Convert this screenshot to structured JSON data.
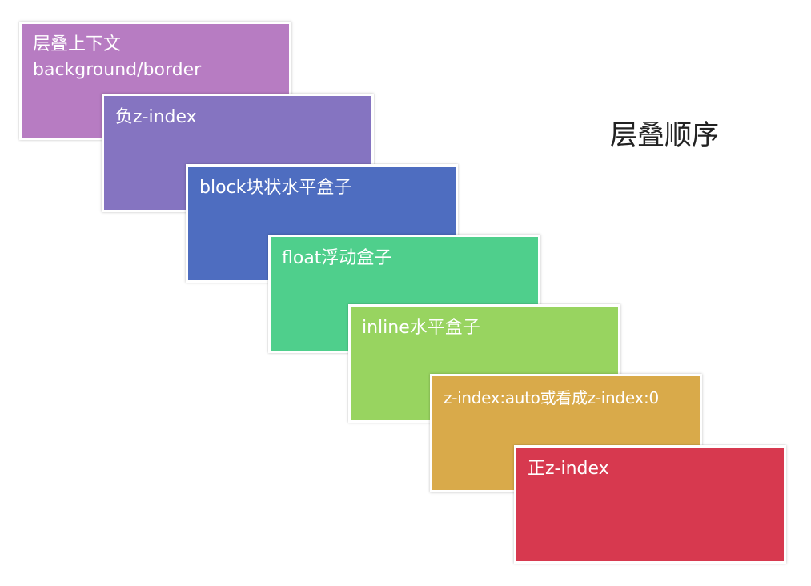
{
  "title": "层叠顺序",
  "layers": [
    {
      "lines": [
        "层叠上下文",
        "background/border"
      ],
      "color": "#b77cc2"
    },
    {
      "lines": [
        "负z-index"
      ],
      "color": "#8574c1"
    },
    {
      "lines": [
        "block块状水平盒子"
      ],
      "color": "#4e6dc0"
    },
    {
      "lines": [
        "float浮动盒子"
      ],
      "color": "#4fcf8c"
    },
    {
      "lines": [
        "inline水平盒子"
      ],
      "color": "#98d460"
    },
    {
      "lines": [
        "z-index:auto或看成z-index:0"
      ],
      "color": "#d9aa4a"
    },
    {
      "lines": [
        "正z-index"
      ],
      "color": "#d7394f"
    }
  ]
}
